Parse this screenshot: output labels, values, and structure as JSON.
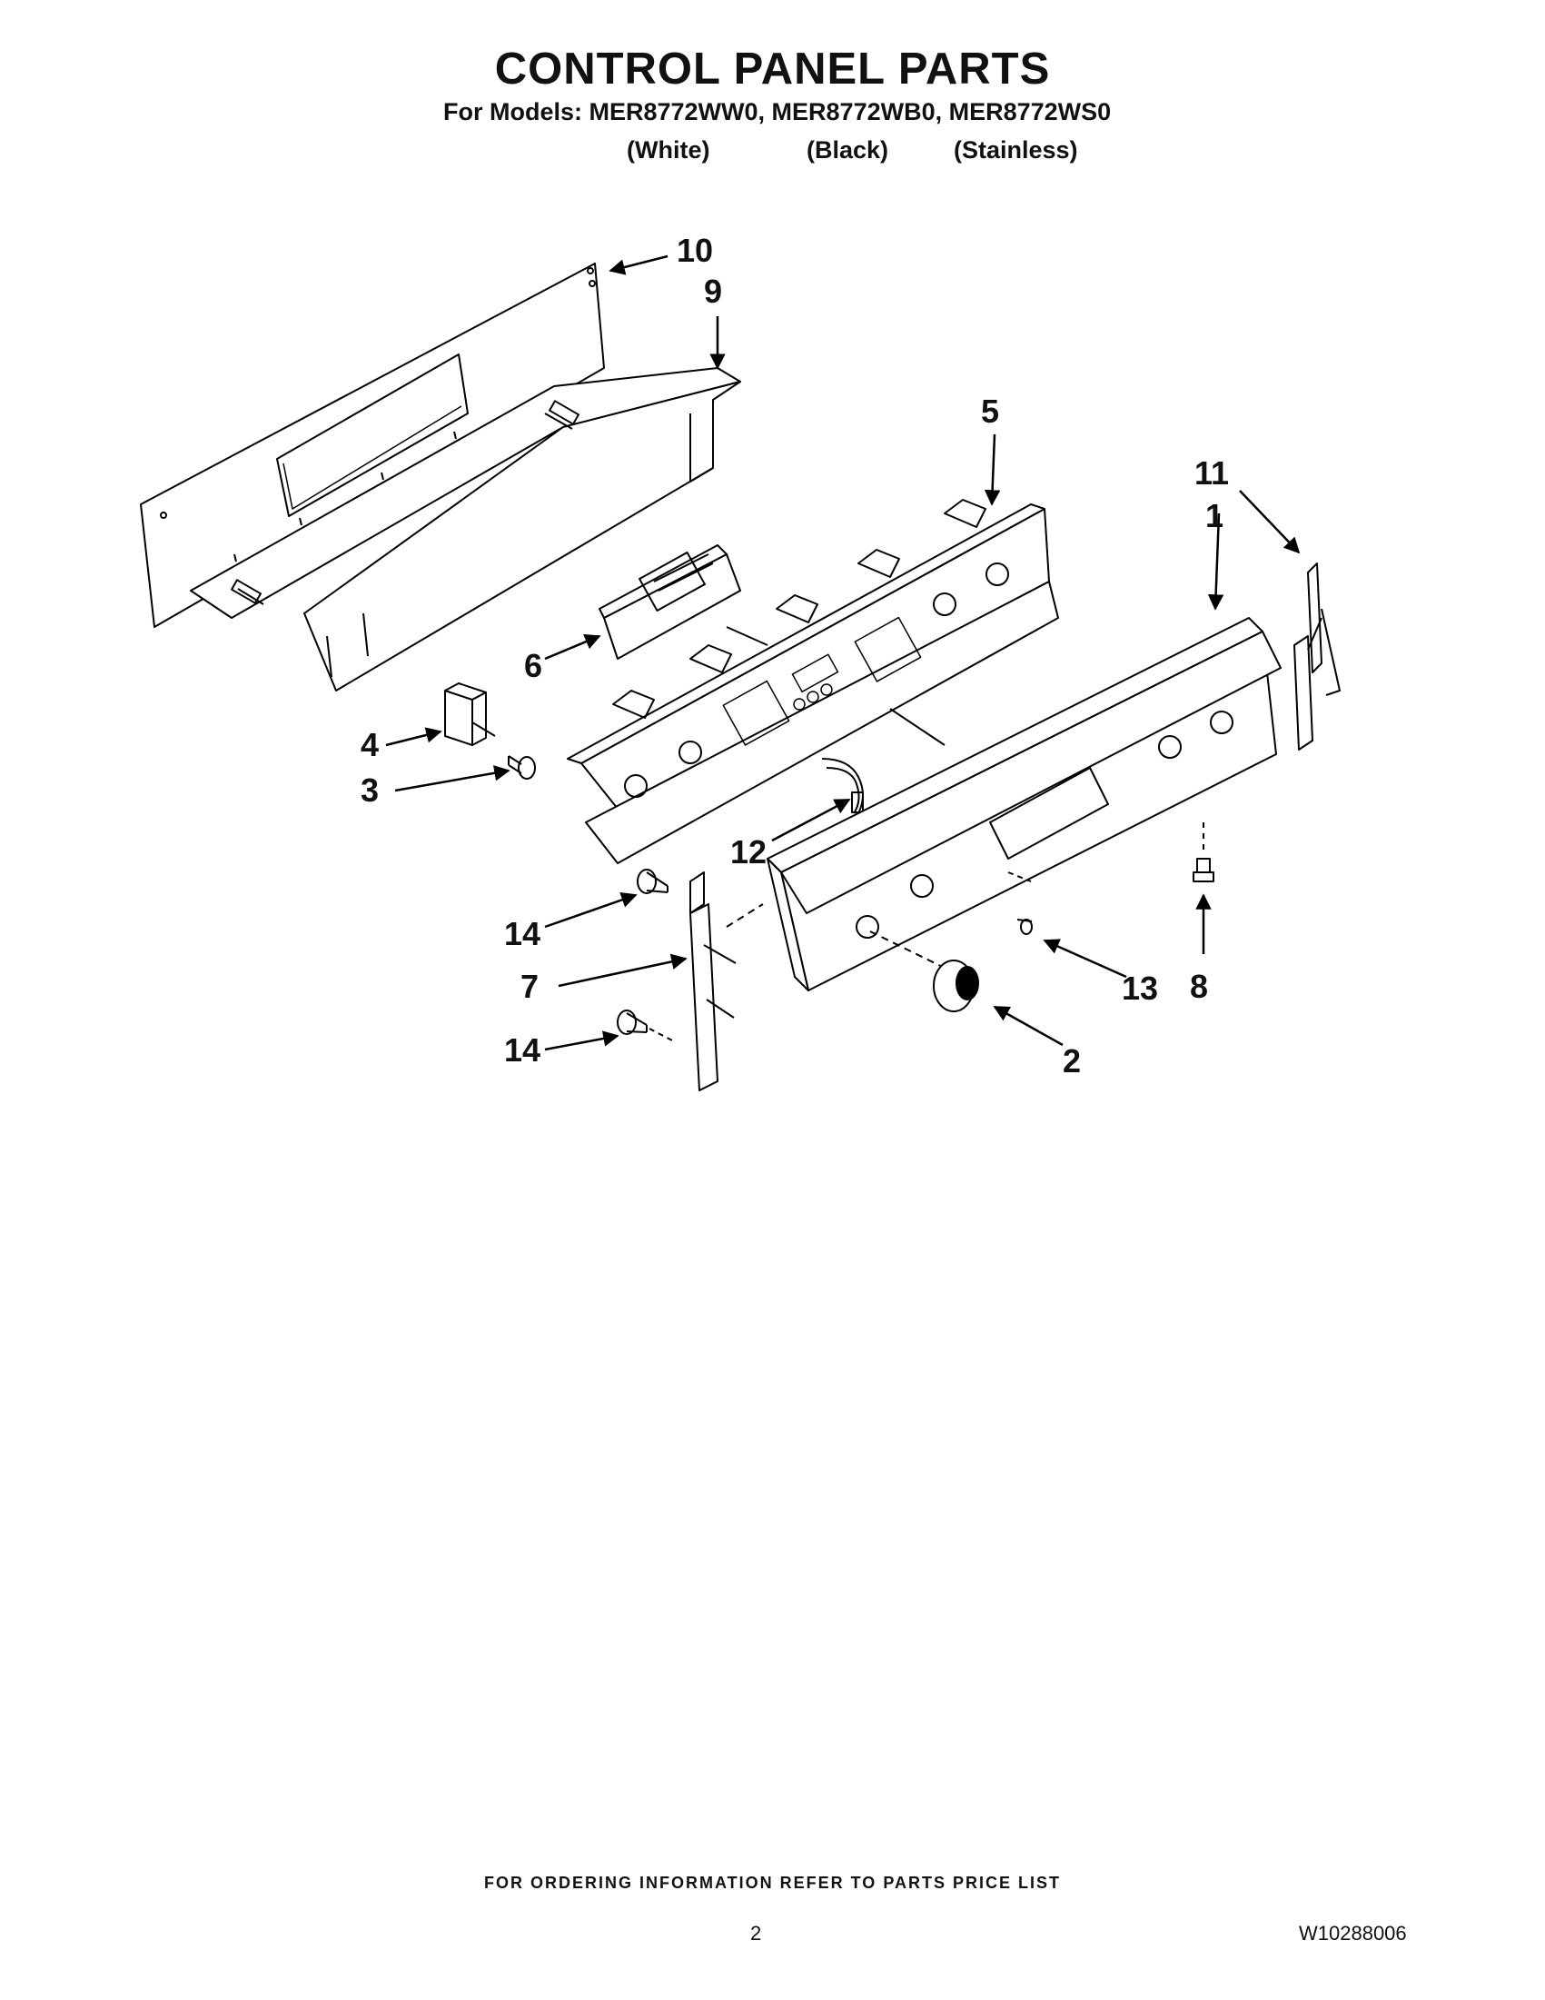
{
  "header": {
    "title": "CONTROL PANEL PARTS",
    "subtitle": "For Models: MER8772WW0, MER8772WB0, MER8772WS0",
    "variants": [
      "(White)",
      "(Black)",
      "(Stainless)"
    ]
  },
  "callouts": {
    "c1": "1",
    "c2": "2",
    "c3": "3",
    "c4": "4",
    "c5": "5",
    "c6": "6",
    "c7": "7",
    "c8": "8",
    "c9": "9",
    "c10": "10",
    "c11": "11",
    "c12": "12",
    "c13": "13",
    "c14a": "14",
    "c14b": "14"
  },
  "footer": {
    "note": "FOR ORDERING INFORMATION REFER TO PARTS PRICE LIST",
    "page_number": "2",
    "document_number": "W10288006"
  }
}
